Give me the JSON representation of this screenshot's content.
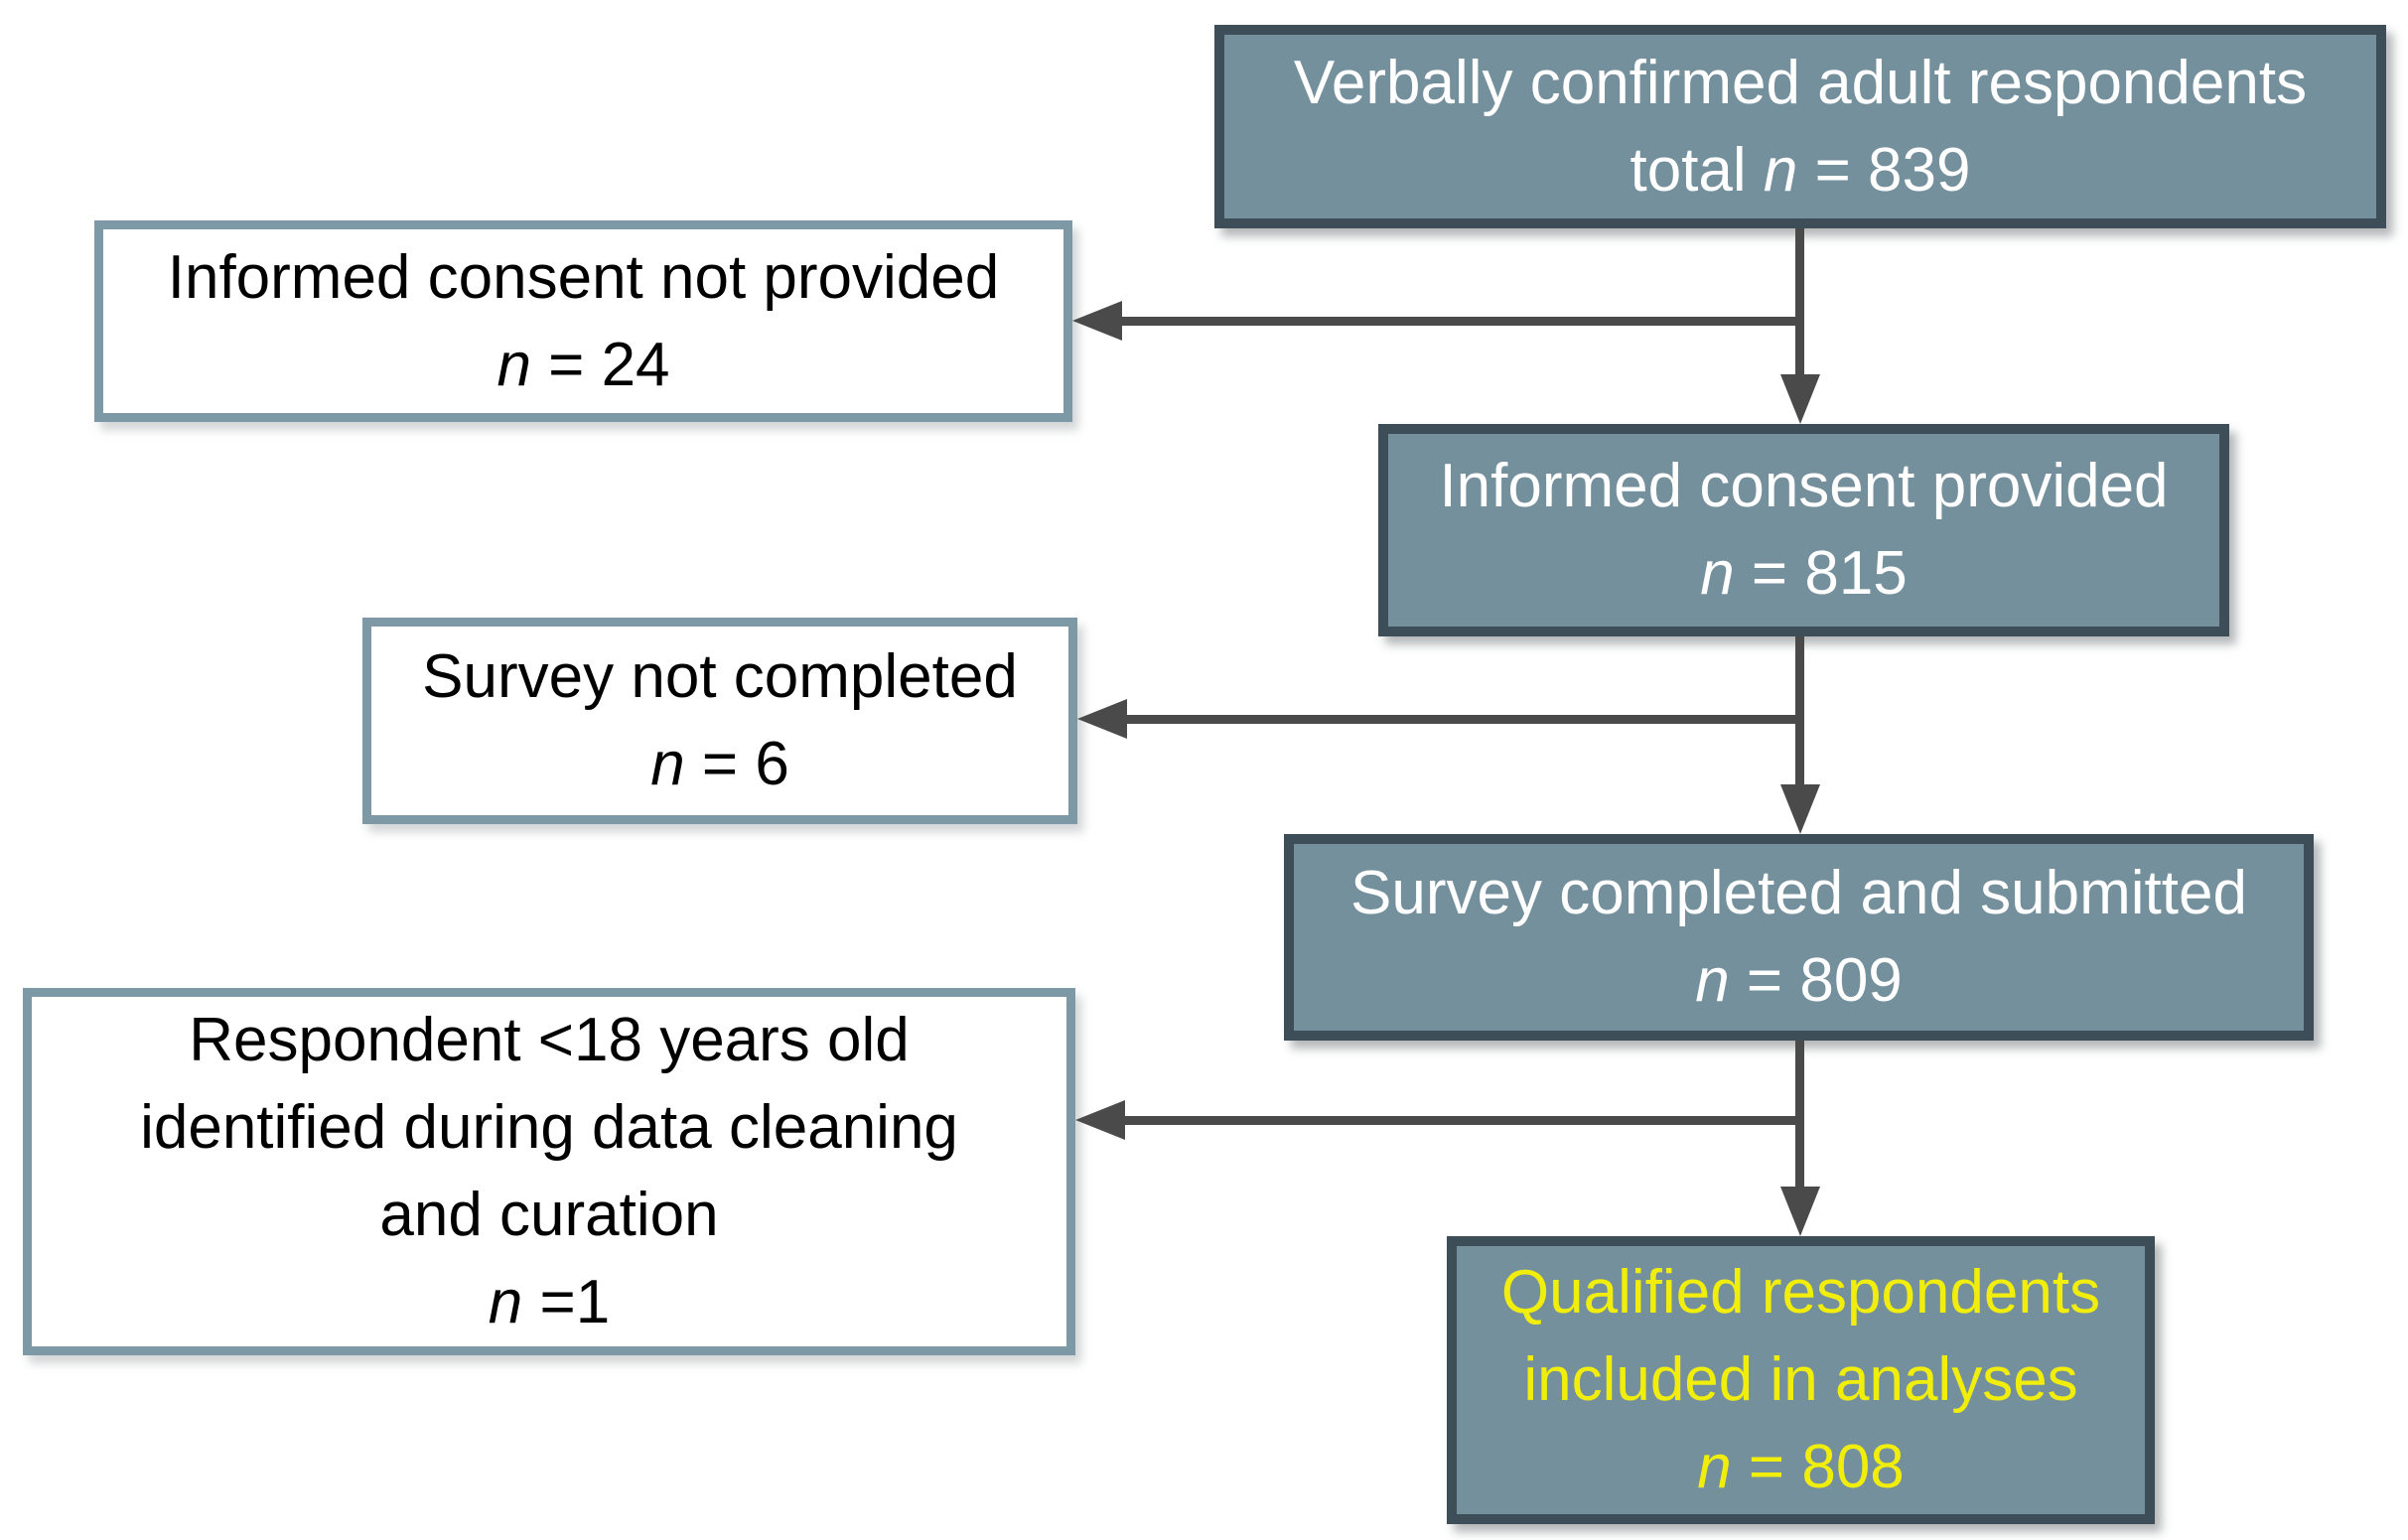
{
  "colors": {
    "filled_box_fill": "#74909d",
    "filled_box_border": "#3e4e59",
    "filled_box_text": "#ffffff",
    "outline_box_fill": "#ffffff",
    "outline_box_border": "#7e99a6",
    "outline_box_text": "#000000",
    "highlight_text": "#f2ee0c",
    "arrow": "#4a4a4a",
    "background": "#ffffff"
  },
  "boxes": {
    "total": {
      "lines": [
        "Verbally confirmed adult respondents"
      ],
      "n_prefix": "total ",
      "n_symbol": "n",
      "n_rest": " = 839"
    },
    "consent_not_provided": {
      "lines": [
        "Informed consent not provided"
      ],
      "n_prefix": "",
      "n_symbol": "n",
      "n_rest": " = 24"
    },
    "consent_provided": {
      "lines": [
        "Informed consent provided"
      ],
      "n_prefix": "",
      "n_symbol": "n",
      "n_rest": " = 815"
    },
    "survey_not_completed": {
      "lines": [
        "Survey not completed"
      ],
      "n_prefix": "",
      "n_symbol": "n",
      "n_rest": " = 6"
    },
    "survey_completed": {
      "lines": [
        "Survey completed and submitted"
      ],
      "n_prefix": "",
      "n_symbol": "n",
      "n_rest": " = 809"
    },
    "under_18": {
      "lines": [
        "Respondent <18 years old",
        "identified during data cleaning",
        "and curation"
      ],
      "n_prefix": "",
      "n_symbol": "n",
      "n_rest": " =1"
    },
    "qualified": {
      "lines": [
        "Qualified respondents",
        "included in analyses"
      ],
      "n_prefix": "",
      "n_symbol": "n",
      "n_rest": " = 808"
    }
  }
}
